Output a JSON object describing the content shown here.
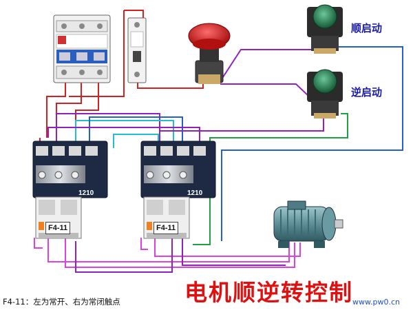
{
  "labels": {
    "forward_start": "顺启动",
    "reverse_start": "逆启动"
  },
  "title": "电机顺逆转控制",
  "note": "F4-11：左为常开、右为常闭触点",
  "watermark": "www.pw0.cn",
  "contactors": [
    {
      "model": "1210",
      "aux_block": "F4-11"
    },
    {
      "model": "1210",
      "aux_block": "F4-11"
    }
  ],
  "colors": {
    "wire_red": "#d42020",
    "wire_purple": "#9020c0",
    "wire_magenta": "#e040e0",
    "wire_cyan": "#20c0d0",
    "wire_blue": "#2060d0",
    "wire_green": "#20a040",
    "title_red": "#e01010",
    "label_blue": "#1a1aa8"
  },
  "icons": [
    "circuit-breaker-3p-icon",
    "circuit-breaker-1p-icon",
    "emergency-stop-button-icon",
    "green-pushbutton-icon",
    "contactor-icon",
    "motor-icon"
  ]
}
